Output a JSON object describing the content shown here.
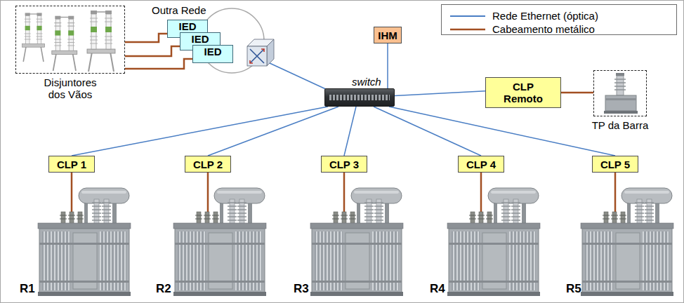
{
  "diagram": {
    "nodes": [
      {
        "text": [
          "Disjuntores dos Vãos"
        ]
      },
      {
        "text": [
          "IED"
        ]
      },
      {
        "text": [
          "IED"
        ]
      },
      {
        "text": [
          "IED"
        ]
      },
      {
        "text": [
          "IHM"
        ]
      },
      {
        "text": [
          "switch"
        ]
      },
      {
        "text": [
          "CLP Remoto"
        ]
      },
      {
        "text": [
          "TP da Barra"
        ]
      },
      {
        "text": [
          "CLP 1"
        ]
      },
      {
        "text": [
          "CLP 2"
        ]
      },
      {
        "text": [
          "CLP 3"
        ]
      },
      {
        "text": [
          "CLP 4"
        ]
      },
      {
        "text": [
          "CLP 5"
        ]
      }
    ],
    "edges": [
      {
        "from": 0,
        "to": 1,
        "arrow": "none"
      },
      {
        "from": 0,
        "to": 2,
        "arrow": "none"
      },
      {
        "from": 0,
        "to": 3,
        "arrow": "none"
      },
      {
        "from": 5,
        "to": 4,
        "arrow": "none"
      },
      {
        "from": 5,
        "to": 6,
        "arrow": "none"
      },
      {
        "from": 6,
        "to": 7,
        "arrow": "none"
      },
      {
        "from": 5,
        "to": 8,
        "arrow": "none"
      },
      {
        "from": 5,
        "to": 9,
        "arrow": "none"
      },
      {
        "from": 5,
        "to": 10,
        "arrow": "none"
      },
      {
        "from": 5,
        "to": 11,
        "arrow": "none"
      },
      {
        "from": 5,
        "to": 12,
        "arrow": "none"
      }
    ],
    "labels": [
      "Outra Rede",
      "R1",
      "R2",
      "R3",
      "R4",
      "R5"
    ],
    "legend": [
      {
        "text": "Rede Ethernet (óptica)"
      },
      {
        "text": "Cabeamento metálico"
      }
    ]
  }
}
